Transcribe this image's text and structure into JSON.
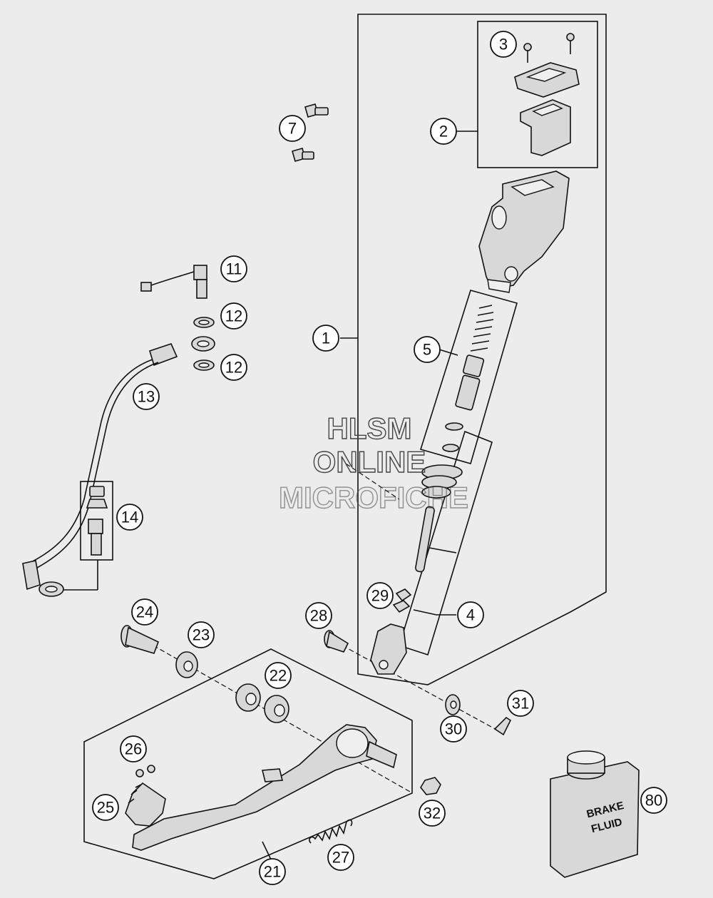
{
  "watermark": {
    "line1": "HLSM",
    "line2": "ONLINE",
    "line3": "MICROFICHE"
  },
  "bottle_label": {
    "line1": "BRAKE",
    "line2": "FLUID"
  },
  "callouts": [
    {
      "id": "1",
      "label": "1"
    },
    {
      "id": "2",
      "label": "2"
    },
    {
      "id": "3",
      "label": "3"
    },
    {
      "id": "4",
      "label": "4"
    },
    {
      "id": "5",
      "label": "5"
    },
    {
      "id": "7",
      "label": "7"
    },
    {
      "id": "11",
      "label": "11"
    },
    {
      "id": "12a",
      "label": "12"
    },
    {
      "id": "12b",
      "label": "12"
    },
    {
      "id": "13",
      "label": "13"
    },
    {
      "id": "14",
      "label": "14"
    },
    {
      "id": "21",
      "label": "21"
    },
    {
      "id": "22",
      "label": "22"
    },
    {
      "id": "23",
      "label": "23"
    },
    {
      "id": "24",
      "label": "24"
    },
    {
      "id": "25",
      "label": "25"
    },
    {
      "id": "26",
      "label": "26"
    },
    {
      "id": "27",
      "label": "27"
    },
    {
      "id": "28",
      "label": "28"
    },
    {
      "id": "29",
      "label": "29"
    },
    {
      "id": "30",
      "label": "30"
    },
    {
      "id": "31",
      "label": "31"
    },
    {
      "id": "32",
      "label": "32"
    },
    {
      "id": "80",
      "label": "80"
    }
  ]
}
